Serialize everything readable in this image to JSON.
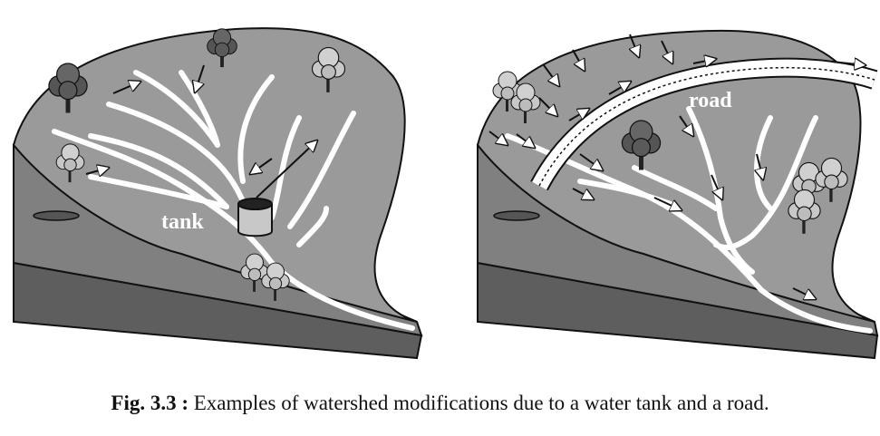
{
  "figure": {
    "left_panel": {
      "label": "tank"
    },
    "right_panel": {
      "label": "road"
    }
  },
  "caption": {
    "number": "Fig. 3.3 :",
    "text": "Examples of watershed modifications due to a water tank and a road."
  },
  "colors": {
    "surface": "#9a9a9a",
    "side_light": "#7d7d7d",
    "side_dark": "#5e5e5e",
    "outline": "#111111",
    "stream": "#ffffff",
    "tree": "#6e6e6e",
    "tree_light": "#c4c4c4"
  }
}
